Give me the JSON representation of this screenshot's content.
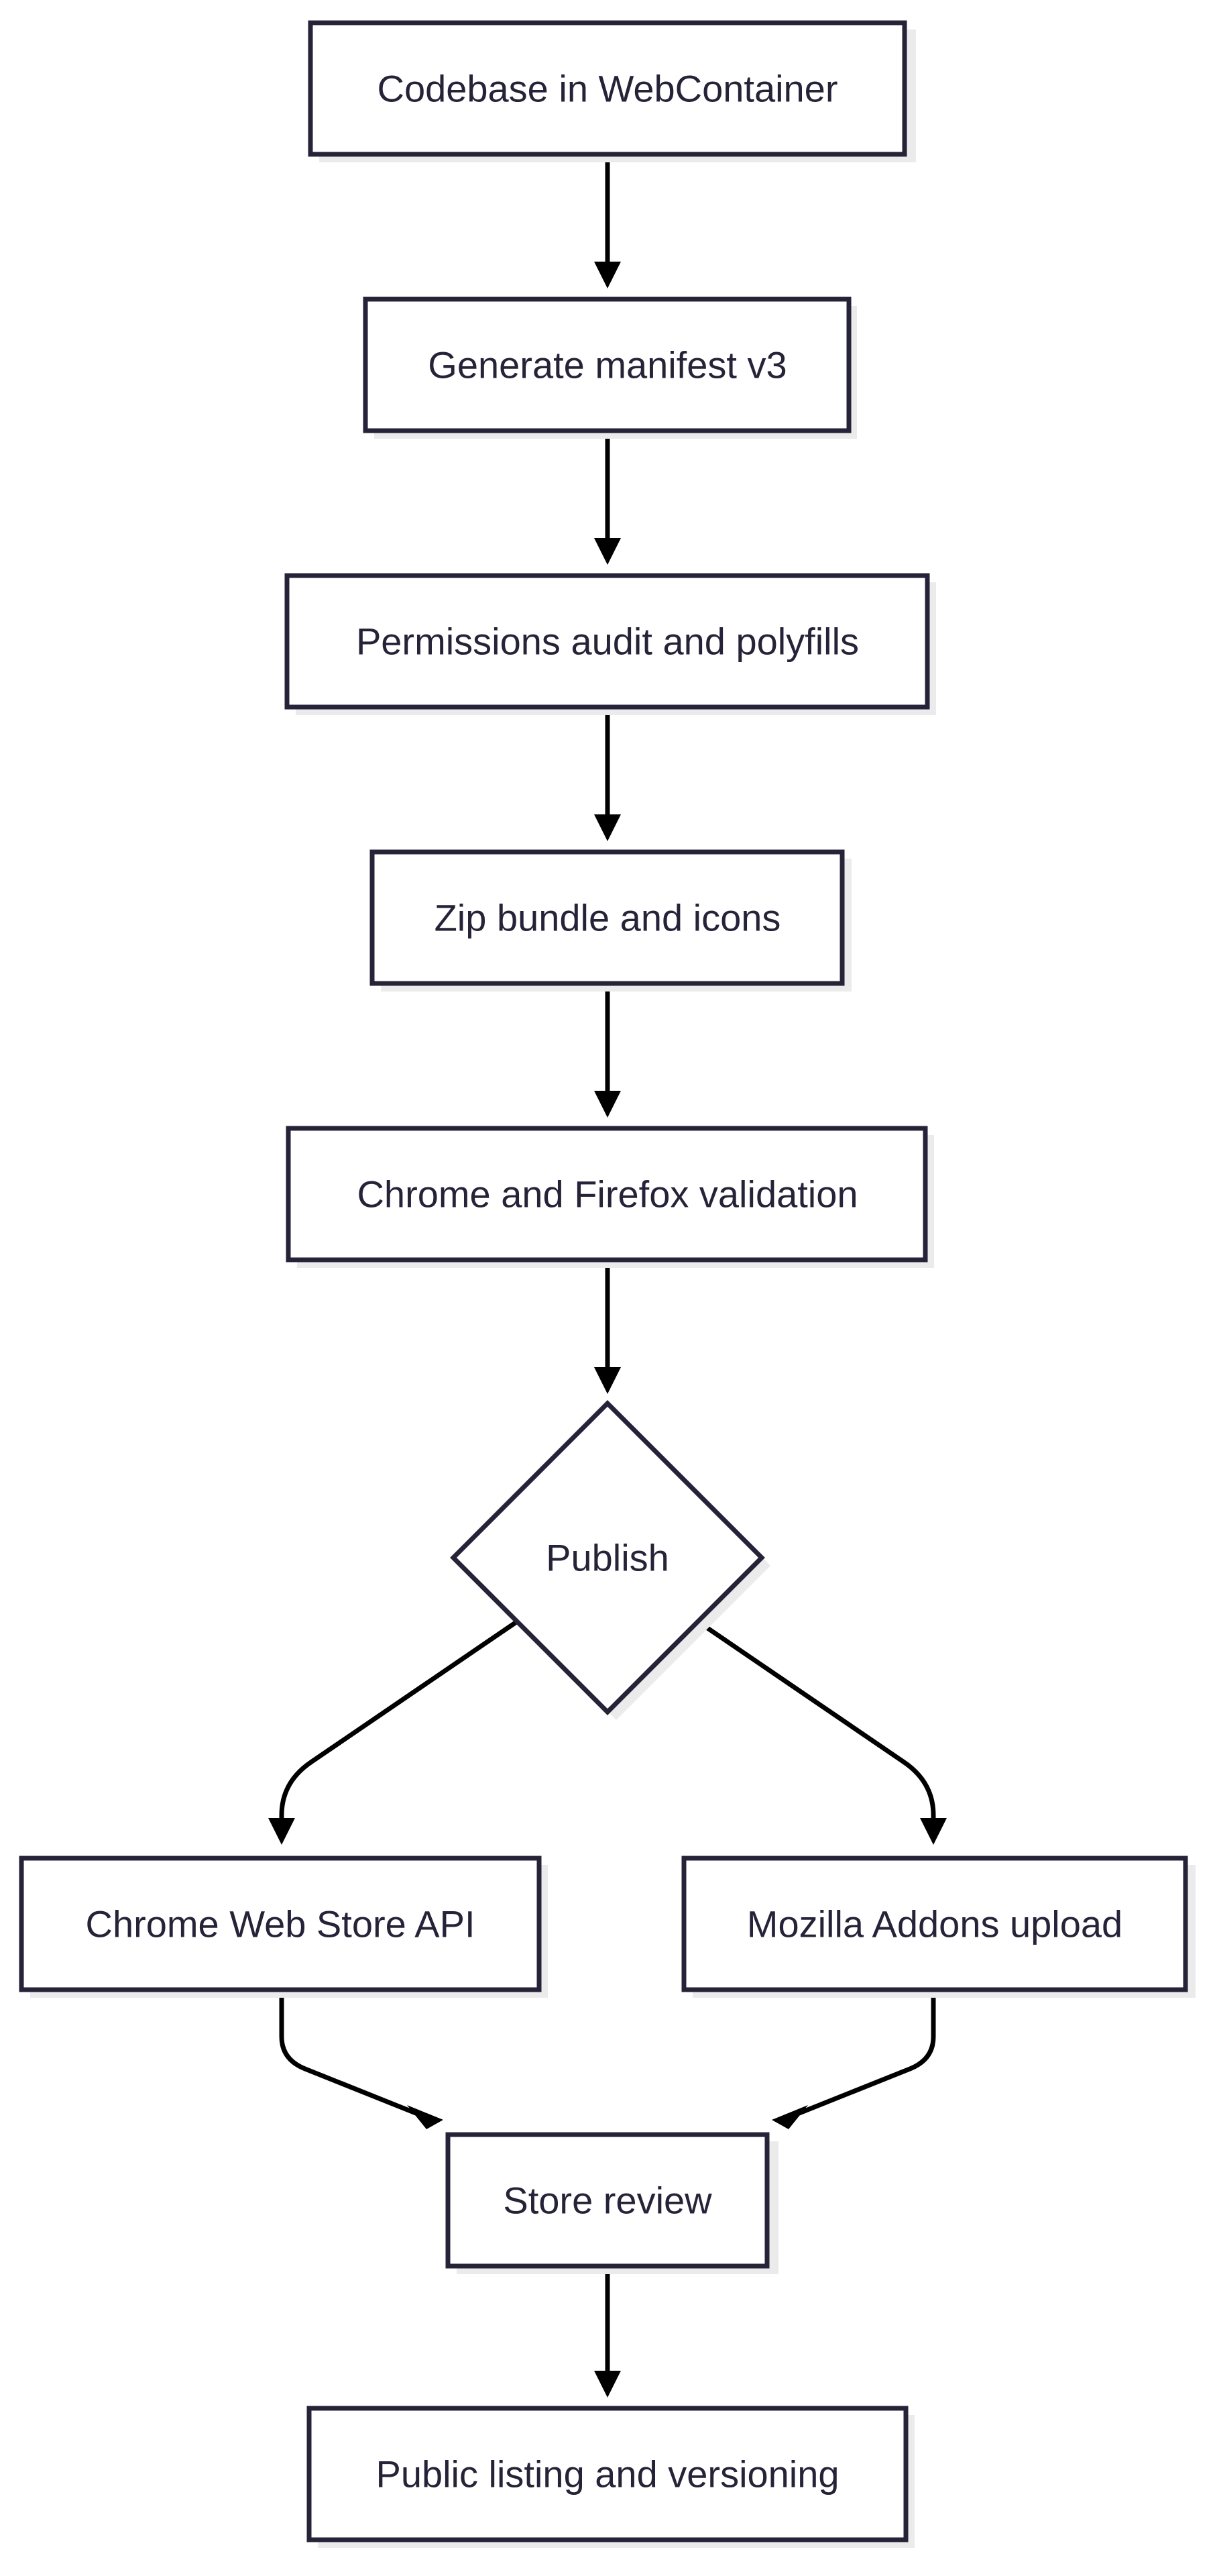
{
  "diagram": {
    "type": "flowchart",
    "direction": "top-down",
    "colors": {
      "node_border": "#262238",
      "node_fill": "#ffffff",
      "node_shadow": "#ebebeb",
      "edge": "#000000",
      "text": "#262238",
      "background": "#ffffff"
    },
    "nodes": {
      "codebase": "Codebase in WebContainer",
      "manifest": "Generate manifest v3",
      "permissions": "Permissions audit and polyfills",
      "zip": "Zip bundle and icons",
      "validation": "Chrome and Firefox validation",
      "publish": "Publish",
      "chrome_store": "Chrome Web Store API",
      "mozilla": "Mozilla Addons upload",
      "review": "Store review",
      "listing": "Public listing and versioning"
    },
    "edges": [
      [
        "codebase",
        "manifest"
      ],
      [
        "manifest",
        "permissions"
      ],
      [
        "permissions",
        "zip"
      ],
      [
        "zip",
        "validation"
      ],
      [
        "validation",
        "publish"
      ],
      [
        "publish",
        "chrome_store"
      ],
      [
        "publish",
        "mozilla"
      ],
      [
        "chrome_store",
        "review"
      ],
      [
        "mozilla",
        "review"
      ],
      [
        "review",
        "listing"
      ]
    ]
  }
}
